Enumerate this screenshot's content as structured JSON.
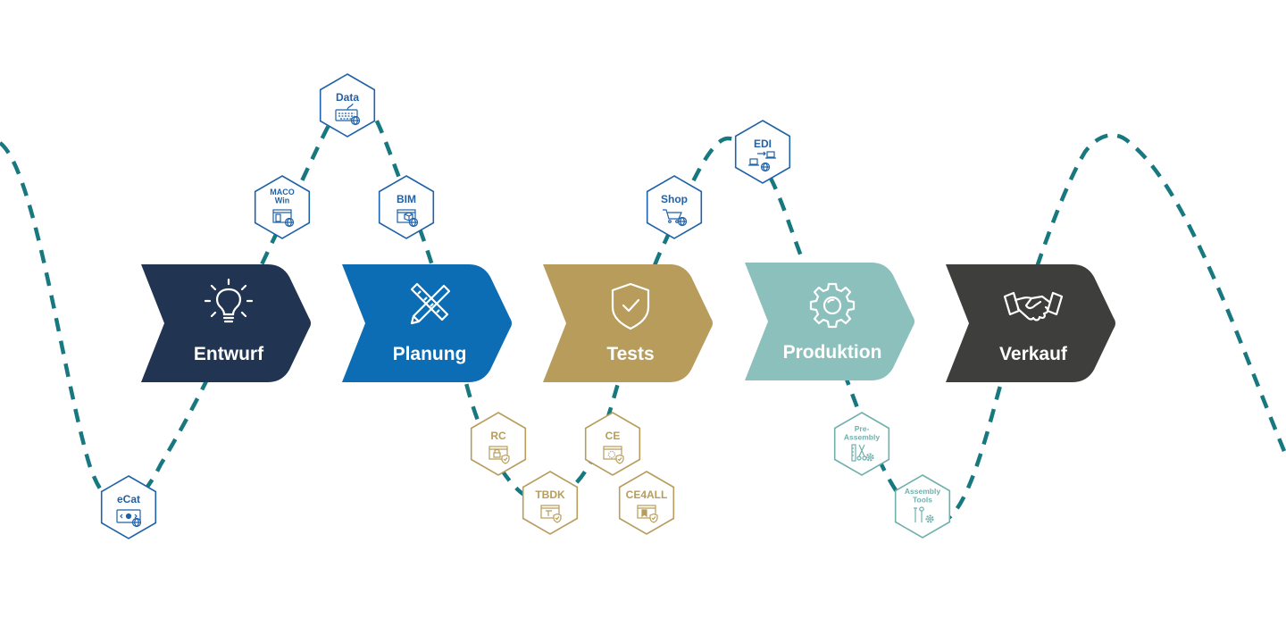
{
  "colors": {
    "wave": "#17797f",
    "entwurf": "#213552",
    "planung": "#0d6db4",
    "tests": "#b79c5b",
    "produktion": "#8cc0bc",
    "verkauf": "#3e3e3c",
    "hex_blue": "#1f62a8",
    "hex_gold": "#b79c5b",
    "hex_teal": "#6fb0ac"
  },
  "stages": [
    {
      "id": "entwurf",
      "label": "Entwurf",
      "icon": "lightbulb-icon"
    },
    {
      "id": "planung",
      "label": "Planung",
      "icon": "ruler-pencil-icon"
    },
    {
      "id": "tests",
      "label": "Tests",
      "icon": "shield-check-icon"
    },
    {
      "id": "produktion",
      "label": "Produktion",
      "icon": "gear-icon"
    },
    {
      "id": "verkauf",
      "label": "Verkauf",
      "icon": "handshake-icon"
    }
  ],
  "tools": [
    {
      "id": "ecat",
      "lines": [
        "eCat"
      ],
      "group": "blue",
      "icon": "browser-web-icon"
    },
    {
      "id": "maco-win",
      "lines": [
        "MACO",
        "Win"
      ],
      "group": "blue",
      "icon": "window-web-icon"
    },
    {
      "id": "data",
      "lines": [
        "Data"
      ],
      "group": "blue",
      "icon": "keyboard-web-icon"
    },
    {
      "id": "bim",
      "lines": [
        "BIM"
      ],
      "group": "blue",
      "icon": "cube-web-icon"
    },
    {
      "id": "rc",
      "lines": [
        "RC"
      ],
      "group": "gold",
      "icon": "lock-shield-icon"
    },
    {
      "id": "tbdk",
      "lines": [
        "TBDK"
      ],
      "group": "gold",
      "icon": "doc-shield-icon"
    },
    {
      "id": "ce",
      "lines": [
        "CE"
      ],
      "group": "gold",
      "icon": "dotted-shield-icon"
    },
    {
      "id": "ce4all",
      "lines": [
        "CE4ALL"
      ],
      "group": "gold",
      "icon": "bookmark-shield-icon"
    },
    {
      "id": "shop",
      "lines": [
        "Shop"
      ],
      "group": "blue",
      "icon": "cart-web-icon"
    },
    {
      "id": "edi",
      "lines": [
        "EDI"
      ],
      "group": "blue",
      "icon": "exchange-web-icon"
    },
    {
      "id": "pre-assembly",
      "lines": [
        "Pre-",
        "Assembly"
      ],
      "group": "teal",
      "icon": "ruler-scissors-gear-icon"
    },
    {
      "id": "assembly-tools",
      "lines": [
        "Assembly",
        "Tools"
      ],
      "group": "teal",
      "icon": "tools-gear-icon"
    }
  ]
}
